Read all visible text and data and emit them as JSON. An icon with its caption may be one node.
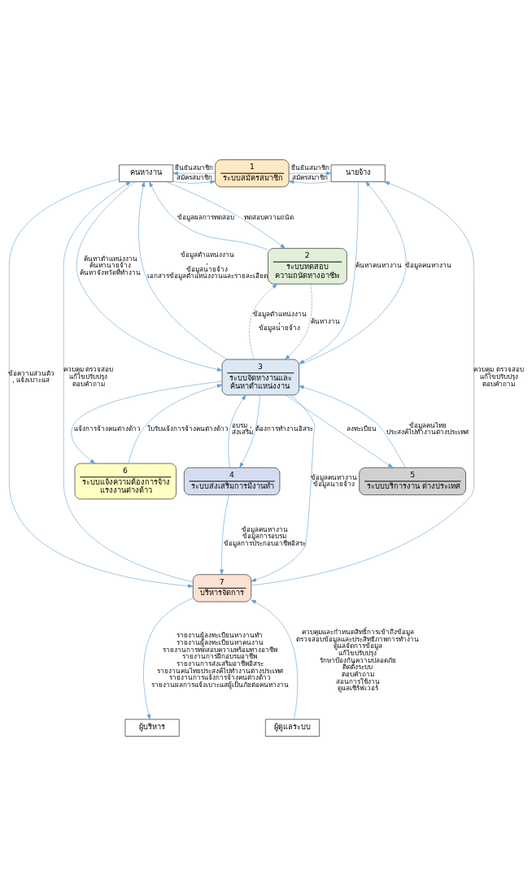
{
  "diagram": {
    "nodes": [
      {
        "text": [
          "คนหางาน"
        ]
      },
      {
        "text": [
          "1",
          "ระบบสมัครสมาชิก"
        ]
      },
      {
        "text": [
          "นายจ้าง"
        ]
      },
      {
        "text": [
          "2",
          "ระบบทดสอบ ความถนัดทางอาชีพ"
        ]
      },
      {
        "text": [
          "3",
          "ระบบจัดหางานและ ค้นหาตำแหน่งงาน"
        ]
      },
      {
        "text": [
          "5",
          "ระบบบริการงาน ต่างประเทศ"
        ]
      },
      {
        "text": [
          "4",
          "ระบบส่งเสริมการมีงานทำ"
        ]
      },
      {
        "text": [
          "6",
          "ระบบแจ้งความต้องการจ้าง แรงงานต่างด้าว"
        ]
      },
      {
        "text": [
          "7",
          "บริหารจัดการ"
        ]
      },
      {
        "text": [
          "ผู้บริหาร"
        ]
      },
      {
        "text": [
          "ผู้ดูแลระบบ"
        ]
      }
    ],
    "edges": [
      {
        "from": 0,
        "to": 1,
        "arrow": "to",
        "label": "สมัครสมาชิก"
      },
      {
        "from": 1,
        "to": 0,
        "arrow": "to",
        "label": "ยืนยันสมาชิก"
      },
      {
        "from": 2,
        "to": 1,
        "arrow": "to",
        "label": "สมัครสมาชิก"
      },
      {
        "from": 1,
        "to": 2,
        "arrow": "to",
        "label": "ยืนยันสมาชิก"
      },
      {
        "from": 0,
        "to": 3,
        "arrow": "to",
        "label": "ทดสอบความถนัด"
      },
      {
        "from": 3,
        "to": 0,
        "arrow": "to",
        "label": "ข้อมูลผลการทดสอบ"
      },
      {
        "from": 3,
        "to": 4,
        "arrow": "to",
        "label": "ค้นหางาน",
        "style": "dashed"
      },
      {
        "from": 4,
        "to": 3,
        "arrow": "to",
        "label": "ข้อมูลตำแหน่งงาน , ข้อมูลนายจ้าง",
        "style": "dashed"
      },
      {
        "from": 0,
        "to": 4,
        "arrow": "to",
        "label": "ค้นหาตำแหน่งงาน ค้นหานายจ้าง ค้นหาจังหวัดที่ทำงาน"
      },
      {
        "from": 4,
        "to": 0,
        "arrow": "to",
        "label": "ข้อมูลตำแหน่งงาน , ข้อมูลนายจ้าง เอกสารข้อมูลตำแหน่งงานและรายละเอียด"
      },
      {
        "from": 2,
        "to": 4,
        "arrow": "to",
        "label": "ค้นหาคนหางาน"
      },
      {
        "from": 4,
        "to": 2,
        "arrow": "to",
        "label": "ข้อมูลคนหางาน"
      },
      {
        "from": 4,
        "to": 5,
        "arrow": "to",
        "label": "ลงทะเบียน"
      },
      {
        "from": 5,
        "to": 4,
        "arrow": "to",
        "label": "ข้อมูลคนไทย ประสงค์ไปทำงานต่างประเทศ"
      },
      {
        "from": 4,
        "to": 6,
        "arrow": "to",
        "label": "ต้องการทำงานอิสระ"
      },
      {
        "from": 6,
        "to": 4,
        "arrow": "to",
        "label": "อบรม , ส่งเสริม"
      },
      {
        "from": 4,
        "to": 7,
        "arrow": "to",
        "label": "แจ้งการจ้างคนต่างด้าว"
      },
      {
        "from": 7,
        "to": 4,
        "arrow": "to",
        "label": "ใบรับแจ้งการจ้างคนต่างด้าว"
      },
      {
        "from": 4,
        "to": 8,
        "arrow": "to",
        "label": "ข้อมูลคนหางาน ข้อมูลนายจ้าง"
      },
      {
        "from": 6,
        "to": 8,
        "arrow": "to",
        "label": "ข้อมูลคนหางาน ข้อมูลการอบรม ข้อมูลการประกอบอาชีพอิสระ"
      },
      {
        "from": 8,
        "to": 0,
        "arrow": "to",
        "label": "ควบคุม ตรวจสอบ แก้ไขปรับปรุง ตอบคำถาม"
      },
      {
        "from": 0,
        "to": 8,
        "arrow": "to",
        "label": "ข้อความส่วนตัว , แจ้งเบาะแส"
      },
      {
        "from": 8,
        "to": 2,
        "arrow": "to",
        "label": "ควบคุม ตรวจสอบ แก้ไขปรับปรุง ตอบคำถาม"
      },
      {
        "from": 8,
        "to": 9,
        "arrow": "to",
        "label": "รายงานผู้ลงทะเบียนหางานทำ รายงานผู้ลงทะเบียนหาคนงาน รายงานการทดสอบความพร้อมทางอาชีพ รายงานการฝึกอบรมอาชีพ รายงานการส่งเสริมอาชีพอิสระ รายงานคนไทยประสงค์ไปทำงานต่างประเทศ รายงานการแจ้งการจ้างคนต่างด้าว รายงานผลการแจ้งเบาะแสผู้เป็นภัยต่อคนหางาน"
      },
      {
        "from": 10,
        "to": 8,
        "arrow": "to",
        "label": "ควบคุมและกำหนดสิทธิ์การเข้าถึงข้อมูล ตรวจสอบข้อมูลและประสิทธิภาพการทำงาน ดูแลจัดการข้อมูล แก้ไขปรับปรุง รักษาป้องกันความปลอดภัย ติดตั้งระบบ ตอบคำถาม สอนการใช้งาน ดูแลเซิร์ฟเวอร์"
      }
    ]
  }
}
